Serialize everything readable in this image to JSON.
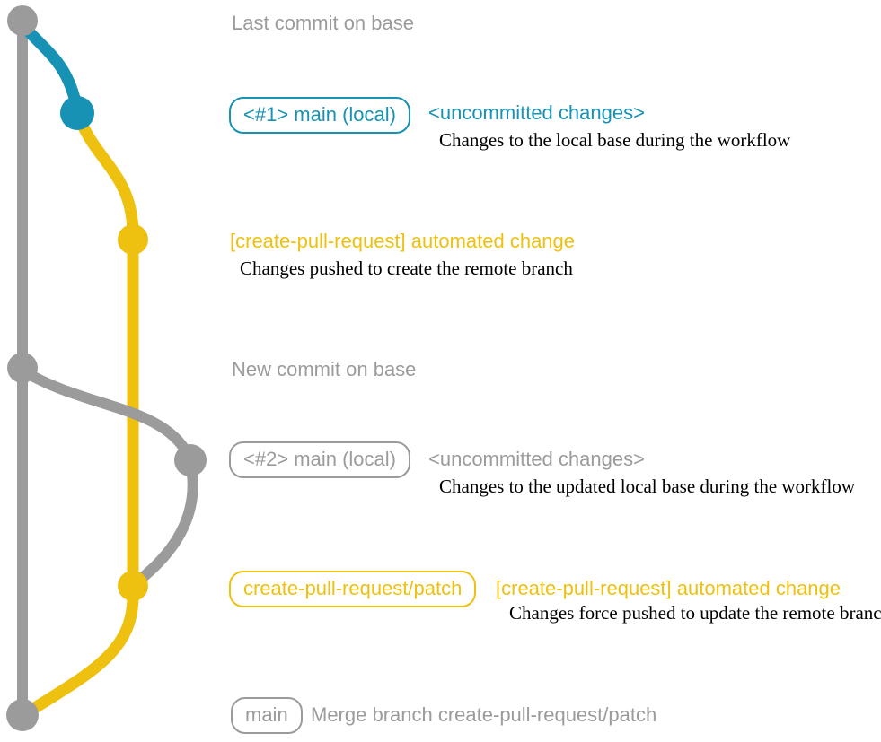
{
  "colors": {
    "background": "#ffffff",
    "gray": "#9b9b9b",
    "teal": "#1792b4",
    "yellow": "#eec111",
    "desc": "#000000"
  },
  "graph": {
    "lanes": [
      {
        "name": "base-branch",
        "color": "gray"
      },
      {
        "name": "local-main-branch",
        "color": "teal"
      },
      {
        "name": "create-pull-request-patch-branch",
        "color": "yellow"
      }
    ],
    "commits": [
      {
        "name": "last-commit-on-base",
        "color": "gray"
      },
      {
        "name": "uncommitted-changes-1",
        "color": "teal"
      },
      {
        "name": "automated-change-1",
        "color": "yellow"
      },
      {
        "name": "new-commit-on-base",
        "color": "gray"
      },
      {
        "name": "uncommitted-changes-2",
        "color": "gray"
      },
      {
        "name": "automated-change-2",
        "color": "yellow"
      },
      {
        "name": "merge-commit",
        "color": "gray"
      }
    ]
  },
  "annotations": {
    "caption_top": "Last commit on base",
    "badge1": "<#1> main (local)",
    "side1": "<uncommitted changes>",
    "desc1": "Changes to the local base during the workflow",
    "heading1": "[create-pull-request] automated change",
    "desc2": "Changes pushed to create the remote branch",
    "caption_mid": "New commit on base",
    "badge2": "<#2> main (local)",
    "side2": "<uncommitted changes>",
    "desc3": "Changes to the updated local base during the workflow",
    "badge3": "create-pull-request/patch",
    "heading2": "[create-pull-request] automated change",
    "desc4": "Changes force pushed to update the remote branch",
    "badge4": "main",
    "caption_bottom": "Merge branch create-pull-request/patch"
  }
}
